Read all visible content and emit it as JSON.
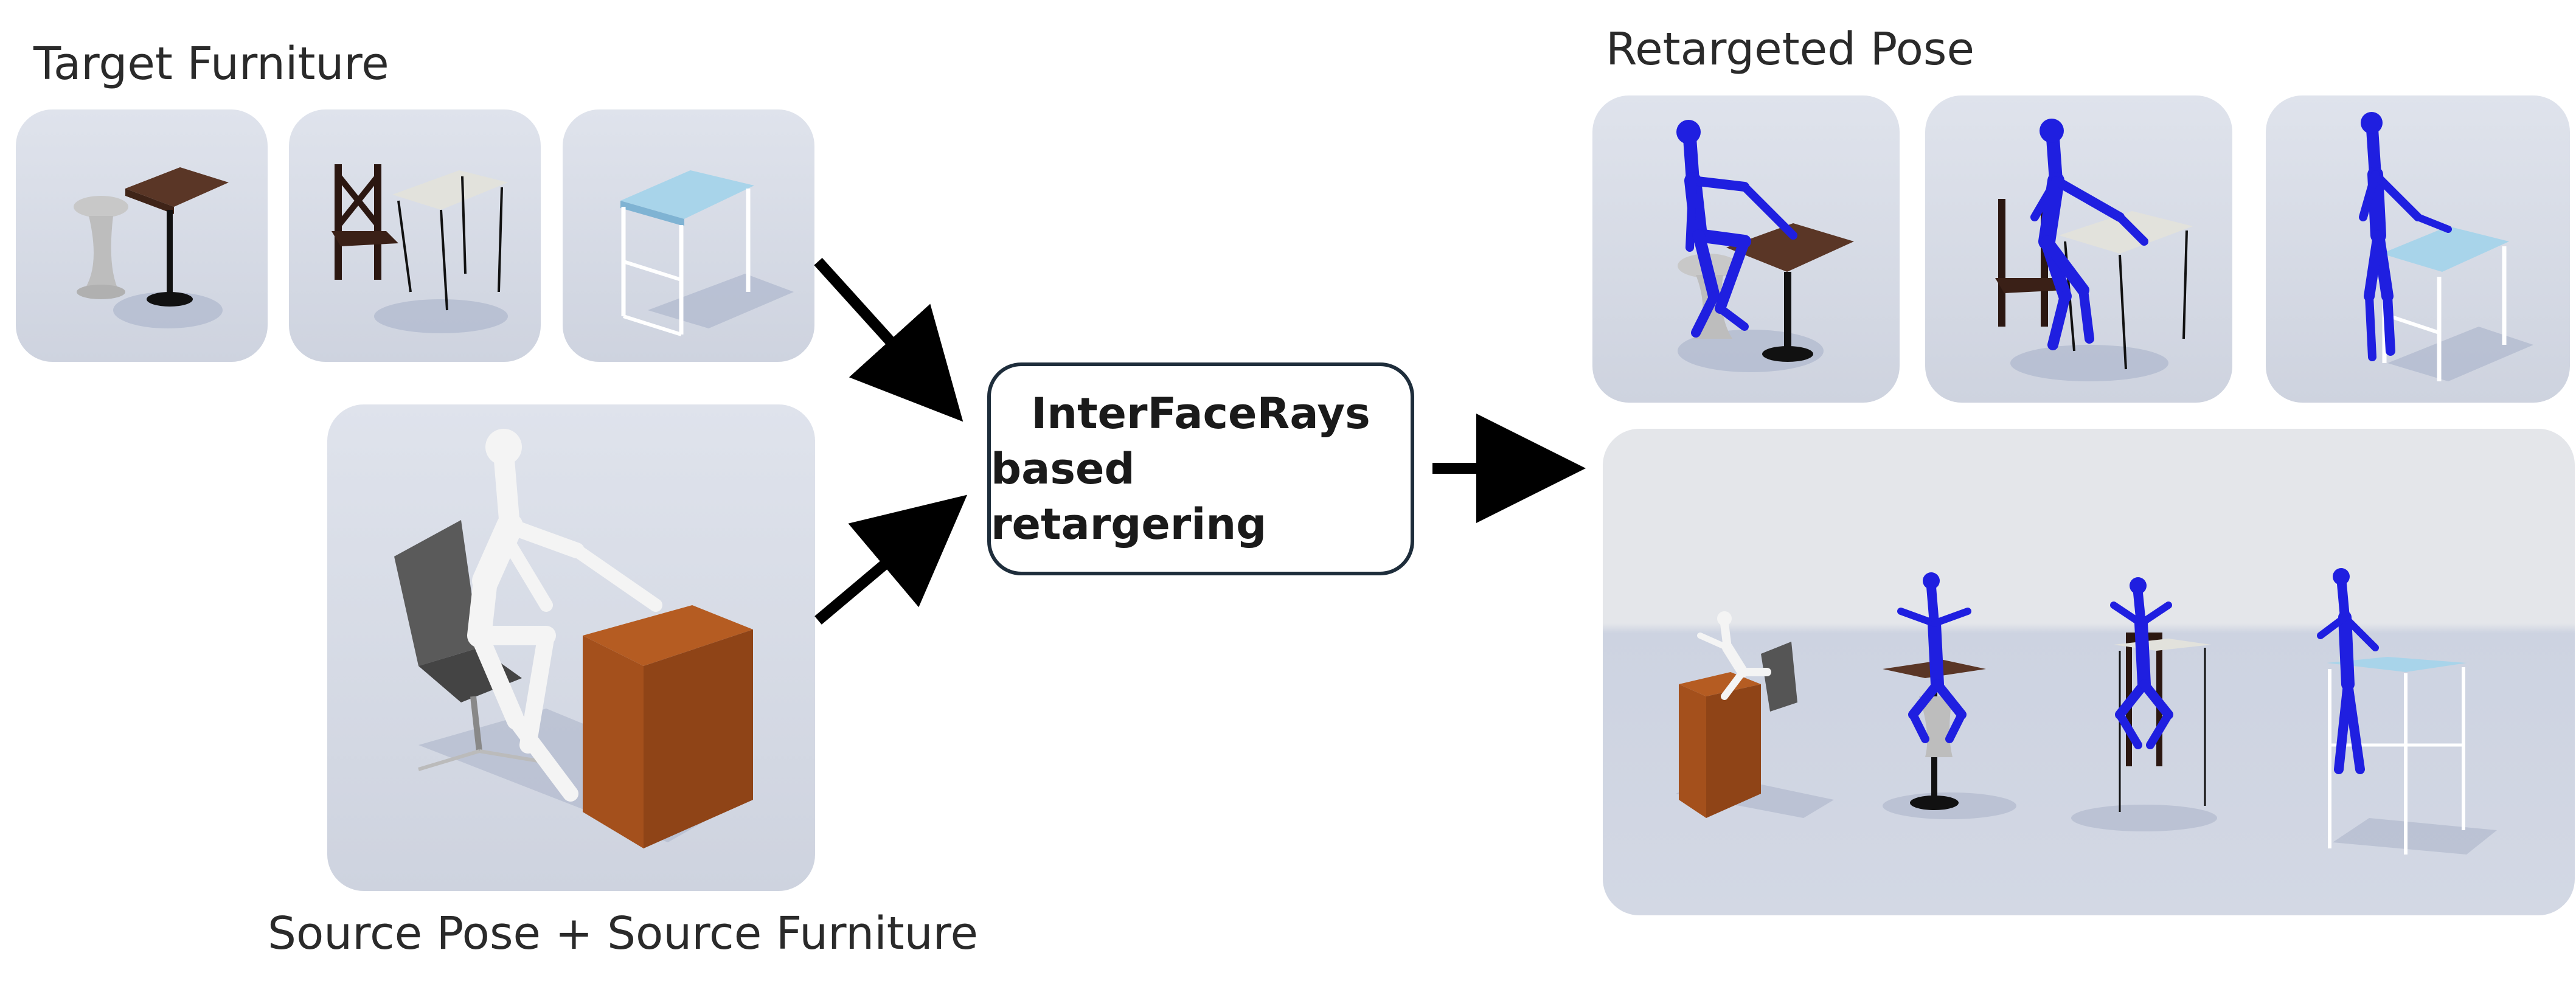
{
  "labels": {
    "target_furniture": "Target Furniture",
    "retargeted_pose": "Retargeted Pose",
    "source": "Source Pose + Source Furniture"
  },
  "method_box": {
    "line1": "InterFaceRays",
    "line2": "based retargering"
  },
  "colors": {
    "panel_bg": "#d5d9e3",
    "pose_blue": "#1f1fe0",
    "pose_white": "#f4f4f4",
    "arrow": "#000000",
    "box_border": "#1e2d3b"
  }
}
